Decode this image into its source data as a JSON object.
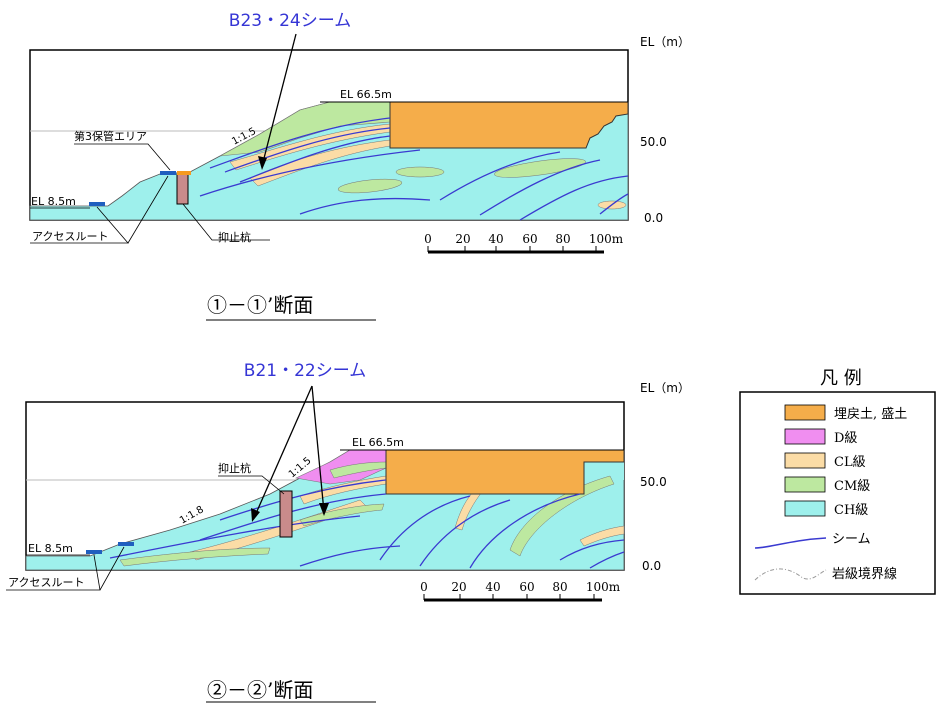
{
  "section1": {
    "seam_label": "B23・24シーム",
    "el_axis": "EL（m）",
    "ticks": [
      "50.0",
      "0.0"
    ],
    "ground_el": "EL 66.5m",
    "left_el": "EL 8.5m",
    "slope": "1:1.5",
    "storage_area": "第3保管エリア",
    "access_route": "アクセスルート",
    "pile": "抑止杭",
    "scale_labels": [
      "0",
      "20",
      "40",
      "60",
      "80",
      "100m"
    ],
    "caption": "①－①’断面"
  },
  "section2": {
    "seam_label": "B21・22シーム",
    "el_axis": "EL（m）",
    "ticks": [
      "50.0",
      "0.0"
    ],
    "ground_el": "EL 66.5m",
    "left_el": "EL 8.5m",
    "slope_lower": "1:1.8",
    "slope_upper": "1:1.5",
    "pile": "抑止杭",
    "access_route": "アクセスルート",
    "scale_labels": [
      "0",
      "20",
      "40",
      "60",
      "80",
      "100m"
    ],
    "caption": "②－②’断面"
  },
  "legend": {
    "title": "凡 例",
    "items": [
      {
        "label": "埋戻土, 盛土",
        "color": "#f5ad4a",
        "kind": "fill"
      },
      {
        "label": "D級",
        "color": "#f08ef0",
        "kind": "fill"
      },
      {
        "label": "CL級",
        "color": "#fbdca6",
        "kind": "fill"
      },
      {
        "label": "CM級",
        "color": "#bde8a0",
        "kind": "fill"
      },
      {
        "label": "CH級",
        "color": "#9ef0ec",
        "kind": "fill"
      },
      {
        "label": "シーム",
        "color": "#3a3ad0",
        "kind": "line"
      },
      {
        "label": "岩級境界線",
        "color": "#9a9a9a",
        "kind": "dash"
      }
    ]
  }
}
